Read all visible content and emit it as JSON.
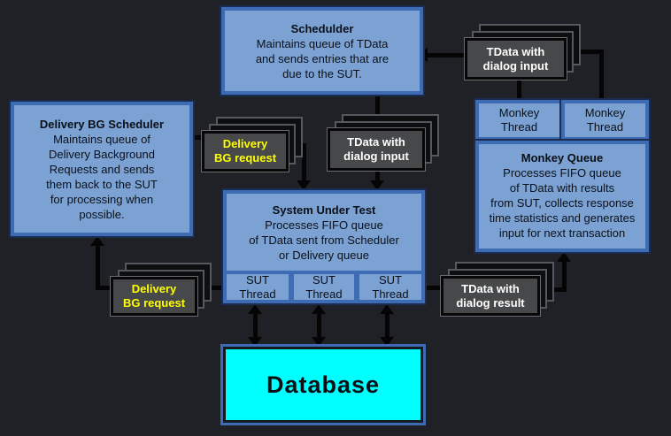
{
  "nodes": {
    "scheduler": {
      "title": "Schedulder",
      "body": "Maintains queue of TData\nand sends entries that are\ndue to the SUT."
    },
    "delivery_bg_scheduler": {
      "title": "Delivery BG Scheduler",
      "body": "Maintains queue of\nDelivery Background\nRequests and sends\nthem back to the SUT\nfor processing when\npossible."
    },
    "system_under_test": {
      "title": "System Under Test",
      "body": "Processes FIFO queue\nof TData sent from Scheduler\nor Delivery queue",
      "thread_label": "SUT\nThread"
    },
    "monkey_queue": {
      "title": "Monkey Queue",
      "body": "Processes FIFO queue\nof TData with results\nfrom SUT, collects response\ntime statistics and generates\ninput for next transaction",
      "thread_label": "Monkey\nThread"
    },
    "database": {
      "label": "Database"
    }
  },
  "stacks": {
    "tdata_with_dialog_input": "TData with\ndialog input",
    "tdata_with_dialog_result": "TData with\ndialog result",
    "delivery_bg_request": "Delivery\nBG request"
  },
  "colors": {
    "background": "#1f2126",
    "node_fill": "#7ba2d3",
    "node_border": "#3d6cb4",
    "node_outline": "#1b2c52",
    "queue_fill": "#474849",
    "queue_border": "#070708",
    "request_text": "#ffff00",
    "tdata_text": "#ffffff",
    "database_fill": "#00ffff",
    "arrow": "#050505"
  }
}
